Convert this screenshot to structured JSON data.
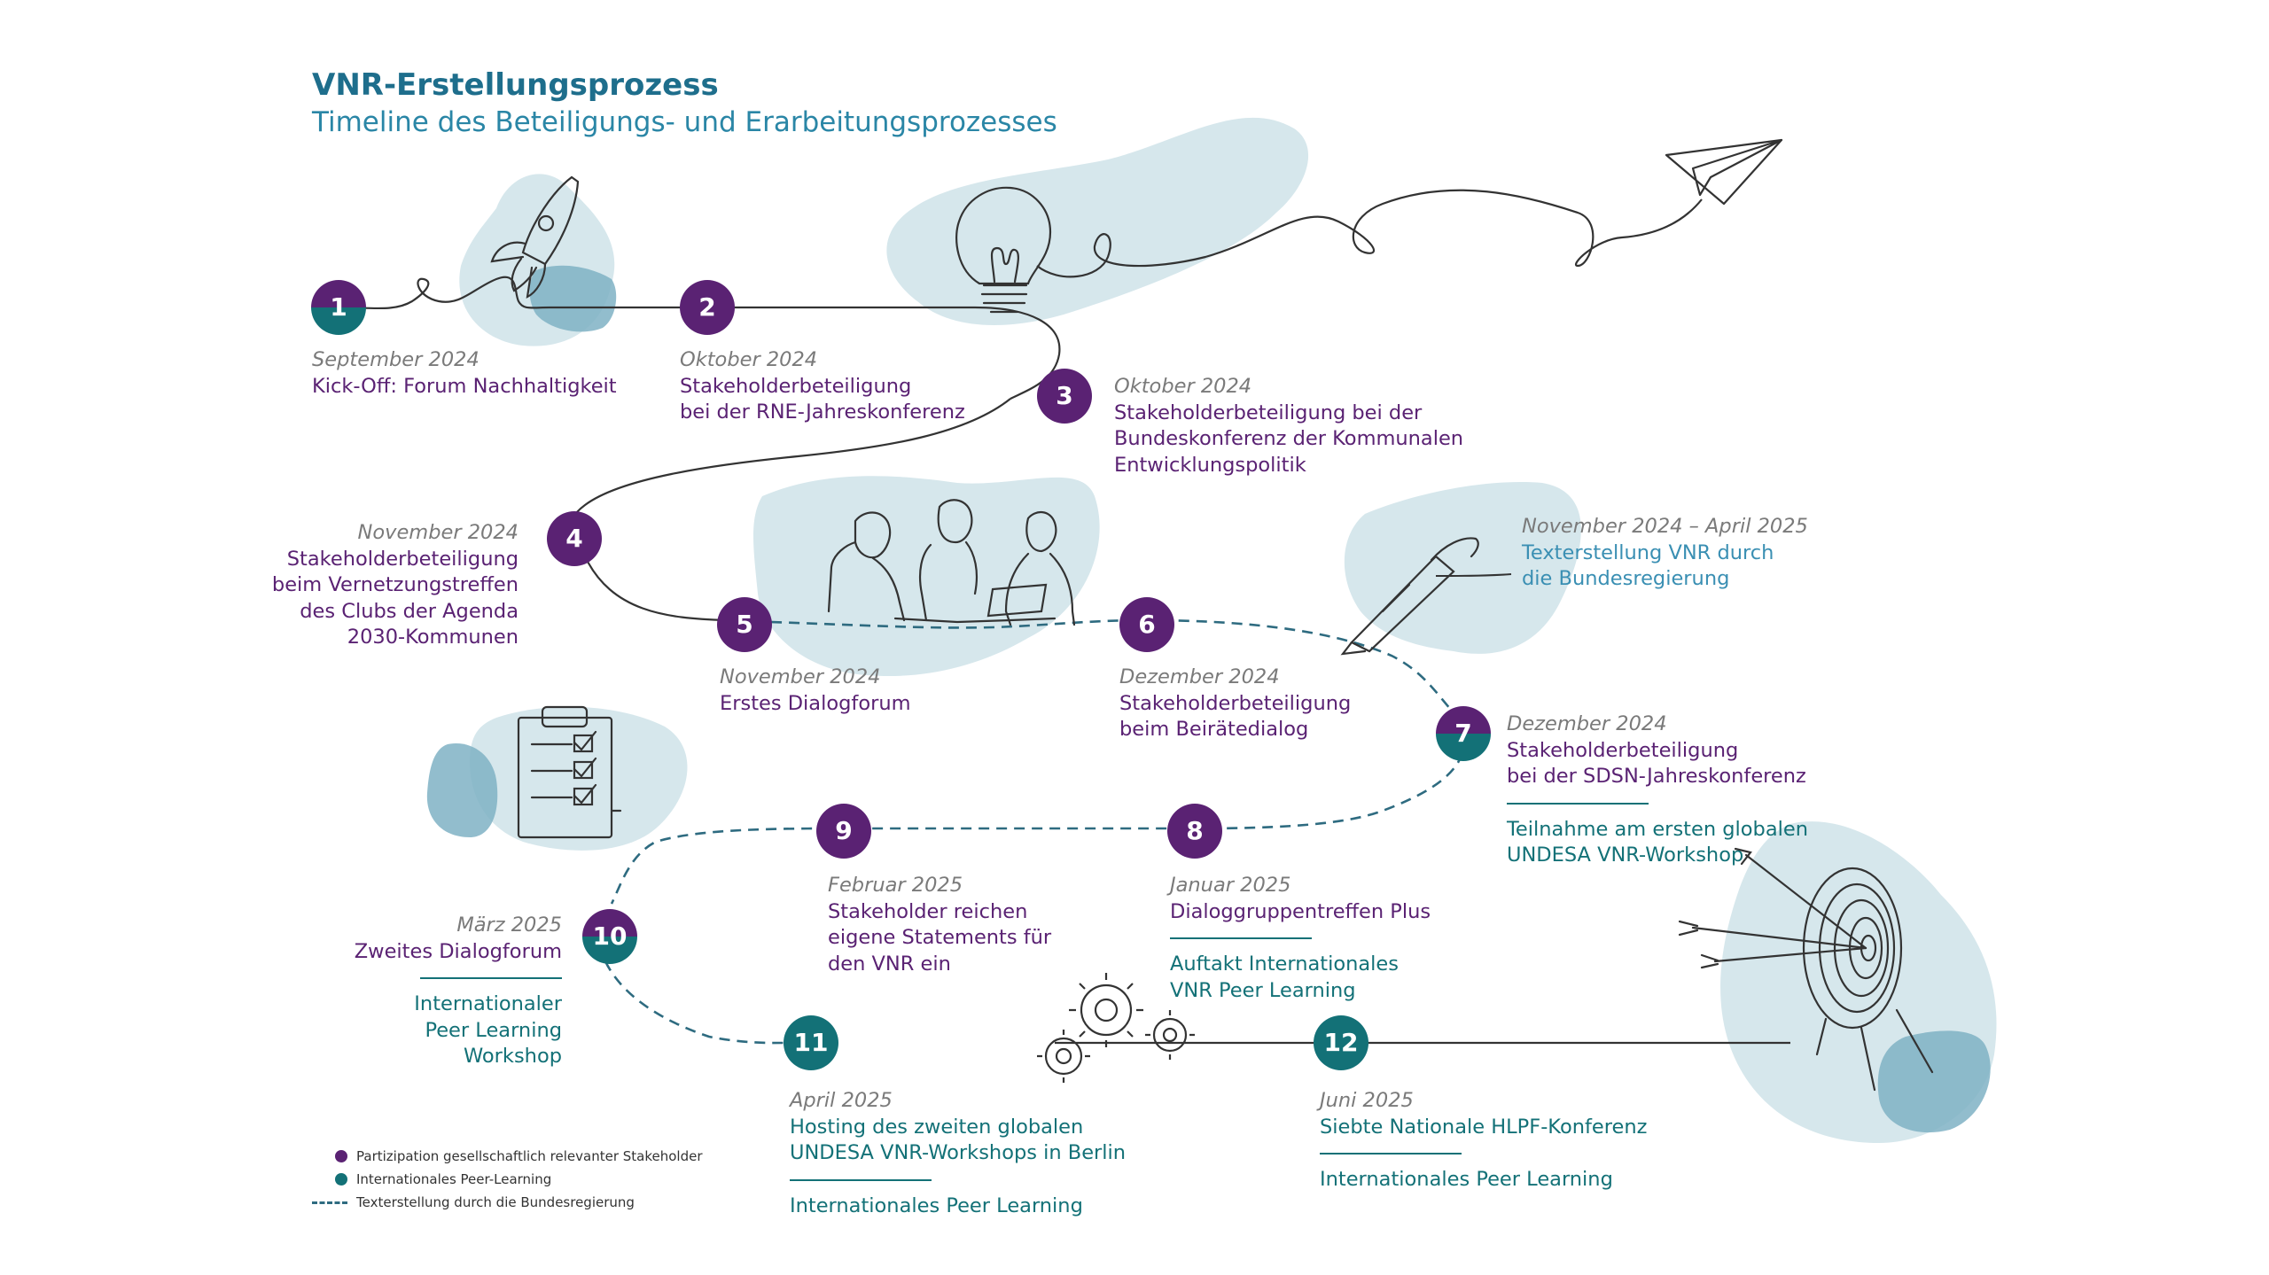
{
  "header": {
    "title": "VNR-Erstellungsprozess",
    "subtitle": "Timeline des Beteiligungs- und Erarbeitungsprozesses"
  },
  "events": [
    {
      "number": "1",
      "date": "September 2024",
      "label": "Kick-Off: Forum Nachhaltigkeit"
    },
    {
      "number": "2",
      "date": "Oktober 2024",
      "label": "Stakeholderbeteiligung\nbei der RNE-Jahreskonferenz"
    },
    {
      "number": "3",
      "date": "Oktober 2024",
      "label": "Stakeholderbeteiligung bei der\nBundeskonferenz der Kommunalen\nEntwicklungspolitik"
    },
    {
      "number": "4",
      "date": "November 2024",
      "label": "Stakeholderbeteiligung\nbeim Vernetzungstreffen\ndes Clubs der Agenda\n2030-Kommunen"
    },
    {
      "number": "5",
      "date": "November 2024",
      "label": "Erstes Dialogforum"
    },
    {
      "number": "6",
      "date": "Dezember 2024",
      "label": "Stakeholderbeteiligung\nbeim Beirätedialog"
    },
    {
      "number": "7",
      "date": "Dezember 2024",
      "label": "Stakeholderbeteiligung\nbei der SDSN-Jahreskonferenz",
      "peer_label": "Teilnahme am ersten globalen\nUNDESA VNR-Workshop"
    },
    {
      "number": "8",
      "date": "Januar 2025",
      "label": "Dialoggruppentreffen Plus",
      "peer_label": "Auftakt Internationales\nVNR Peer Learning"
    },
    {
      "number": "9",
      "date": "Februar 2025",
      "label": "Stakeholder reichen\neigene Statements für\nden VNR ein"
    },
    {
      "number": "10",
      "date": "März 2025",
      "label": "Zweites Dialogforum",
      "peer_label": "Internationaler\nPeer Learning\nWorkshop"
    },
    {
      "number": "11",
      "date": "April 2025",
      "label": "Hosting des zweiten globalen\nUNDESA VNR-Workshops in Berlin",
      "peer_label": "Internationales Peer Learning"
    },
    {
      "number": "12",
      "date": "Juni 2025",
      "label": "Siebte Nationale HLPF-Konferenz",
      "peer_label": "Internationales Peer Learning"
    }
  ],
  "text_creation": {
    "date": "November 2024 – April 2025",
    "label": "Texterstellung VNR durch\ndie Bundesregierung"
  },
  "legend": [
    {
      "label": "Partizipation gesellschaftlich relevanter Stakeholder",
      "color": "#5a2273"
    },
    {
      "label": "Internationales Peer-Learning",
      "color": "#137177"
    },
    {
      "label": "Texterstellung durch die Bundesregierung",
      "color": "#2e6b80"
    }
  ],
  "icons": [
    "rocket-icon",
    "light-bulb-icon",
    "paper-plane-icon",
    "people-discussion-icon",
    "pen-icon",
    "checklist-icon",
    "gears-icon",
    "target-icon"
  ],
  "colors": {
    "purple": "#5a2273",
    "teal": "#137177",
    "blob": "#d6e7ec",
    "blob_dark": "#7fb2c4",
    "title": "#1e6e8c"
  }
}
